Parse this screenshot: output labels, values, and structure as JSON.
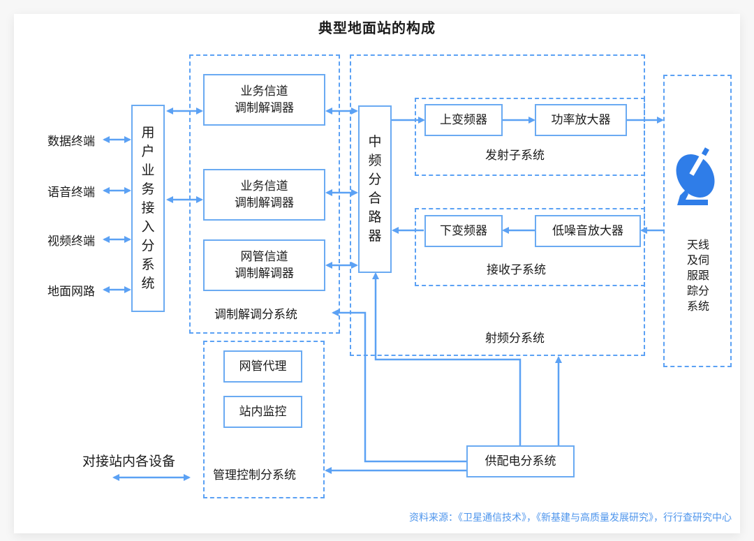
{
  "title": "典型地面站的构成",
  "terminals": [
    "数据终端",
    "语音终端",
    "视频终端",
    "地面网路"
  ],
  "user_access": "用户业务接入分系统",
  "modem_subsystem": {
    "label": "调制解调分系统",
    "boxes": [
      {
        "line1": "业务信道",
        "line2": "调制解调器"
      },
      {
        "line1": "业务信道",
        "line2": "调制解调器"
      },
      {
        "line1": "网管信道",
        "line2": "调制解调器"
      }
    ]
  },
  "if_combiner": "中频分合路器",
  "rf_subsystem": {
    "label": "射频分系统",
    "transmit": {
      "label": "发射子系统",
      "upconverter": "上变频器",
      "amplifier": "功率放大器"
    },
    "receive": {
      "label": "接收子系统",
      "downconverter": "下变频器",
      "lna": "低噪音放大器"
    }
  },
  "antenna": {
    "label_lines": [
      "天线",
      "及伺",
      "服跟",
      "踪分",
      "系统"
    ],
    "icon": "satellite-dish-icon"
  },
  "management": {
    "label": "管理控制分系统",
    "boxes": [
      "网管代理",
      "站内监控"
    ]
  },
  "power": "供配电分系统",
  "legend": "对接站内各设备",
  "source": "资料来源：《卫星通信技术》，《新基建与高质量发展研究》，行行查研究中心",
  "colors": {
    "accent": "#5ba1f4",
    "icon": "#2f7de8",
    "source_text": "#4e95ec"
  }
}
